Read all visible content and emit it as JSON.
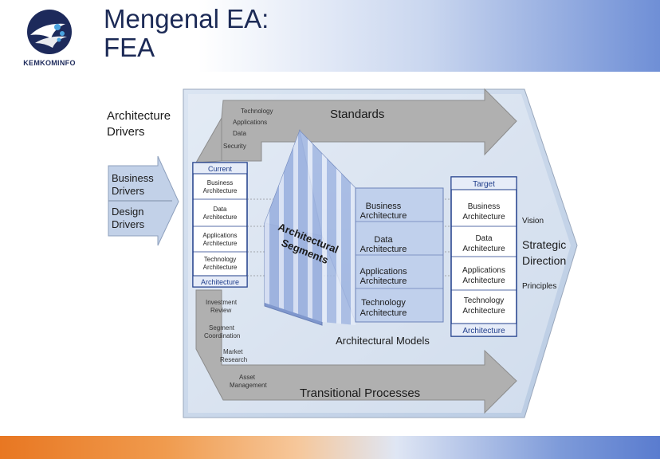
{
  "header": {
    "logo_text": "KEMKOMINFO",
    "title_line1": "Mengenal EA:",
    "title_line2": "FEA"
  },
  "diagram": {
    "drivers_title_1": "Architecture",
    "drivers_title_2": "Drivers",
    "business_drivers_1": "Business",
    "business_drivers_2": "Drivers",
    "design_drivers_1": "Design",
    "design_drivers_2": "Drivers",
    "standards_small": [
      "Technology",
      "Applications",
      "Data",
      "Security"
    ],
    "standards_label": "Standards",
    "current_header": "Current",
    "current_items": [
      [
        "Business",
        "Architecture"
      ],
      [
        "Data",
        "Architecture"
      ],
      [
        "Applications",
        "Architecture"
      ],
      [
        "Technology",
        "Architecture"
      ]
    ],
    "current_footer": "Architecture",
    "segments_1": "Architectural",
    "segments_2": "Segments",
    "prism_items": [
      [
        "Business",
        "Architecture"
      ],
      [
        "Data",
        "Architecture"
      ],
      [
        "Applications",
        "Architecture"
      ],
      [
        "Technology",
        "Architecture"
      ]
    ],
    "models_label": "Architectural Models",
    "target_header": "Target",
    "target_items": [
      [
        "Business",
        "Architecture"
      ],
      [
        "Data",
        "Architecture"
      ],
      [
        "Applications",
        "Architecture"
      ],
      [
        "Technology",
        "Architecture"
      ]
    ],
    "target_footer": "Architecture",
    "vision": "Vision",
    "strategic_1": "Strategic",
    "strategic_2": "Direction",
    "principles": "Principles",
    "transitional_small": [
      [
        "Investment",
        "Review"
      ],
      [
        "Segment",
        "Coordination"
      ],
      [
        "Market",
        "Research"
      ],
      [
        "Asset",
        "Management"
      ]
    ],
    "transitional_label": "Transitional Processes"
  },
  "colors": {
    "navy": "#1c2a56",
    "panel": "#c8d6ea",
    "arrow_grey": "#a9a9a9",
    "box_blue": "#1f3d8a",
    "accent_orange": "#e87722",
    "accent_blue": "#5a7ccf"
  }
}
